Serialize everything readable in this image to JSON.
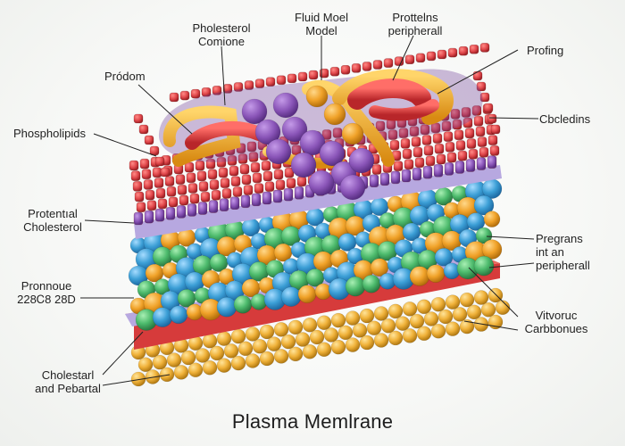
{
  "title": "Plasma Memlrane",
  "labels": {
    "cholesterol_top": [
      "Pholesterol",
      "Comione"
    ],
    "fluid_model": [
      "Fluid Moel",
      "Model"
    ],
    "proteins_peripheral": [
      "Prottelns",
      "peripherall"
    ],
    "profing": [
      "Profing"
    ],
    "prodom": [
      "Pródom"
    ],
    "phospholipids": [
      "Phospholipids"
    ],
    "cbcledins": [
      "Cbcledins"
    ],
    "protential_cholesterol": [
      "Protentıal",
      "Cholesterol"
    ],
    "pregrans": [
      "Pregrans",
      "int an",
      "peripherall"
    ],
    "pronnoue": [
      "Pronnoue",
      "228Ꮯ8 28D"
    ],
    "vitvoruc": [
      "Vitvoruc",
      "Carbbonues"
    ],
    "cholestarl": [
      "Cholestarl",
      "and Pebartal"
    ]
  },
  "colors": {
    "red_bead": "#e0474b",
    "purple_layer": "#8a55b8",
    "lavender_sheet": "#b7a8e0",
    "blue_bead": "#3c9fd6",
    "green_bead": "#4cba6c",
    "orange_bead": "#f0a229",
    "yellow_bead": "#f2b327",
    "red_sheet": "#d63b3b",
    "gold_bead": "#f0b23a"
  }
}
